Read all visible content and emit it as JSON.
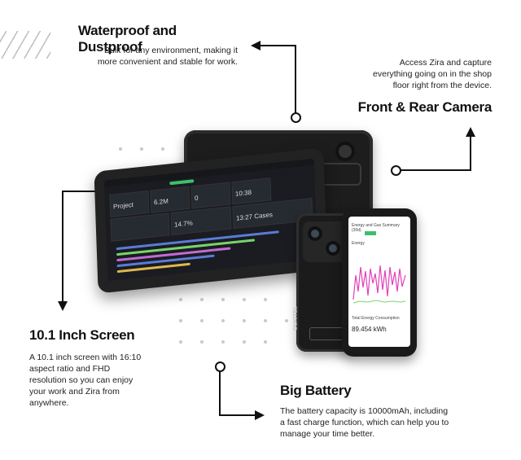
{
  "features": {
    "waterproof": {
      "title": "Waterproof and Dustproof",
      "desc_line1": "Built for any environment, making it",
      "desc_line2": "more convenient and stable for work."
    },
    "camera": {
      "title": "Front & Rear Camera",
      "desc_line1": "Access Zira and capture",
      "desc_line2": "everything going on in the shop",
      "desc_line3": "floor right from the device."
    },
    "screen": {
      "title": "10.1 Inch Screen",
      "desc_line1": "A 10.1 inch screen with 16:10",
      "desc_line2": "aspect ratio and FHD",
      "desc_line3": "resolution so you can enjoy",
      "desc_line4": "your work and Zira from",
      "desc_line5": "anywhere."
    },
    "battery": {
      "title": "Big Battery",
      "desc_line1": "The battery capacity is 10000mAh, including",
      "desc_line2": "a fast charge function, which can help you to",
      "desc_line3": "manage your time better."
    }
  },
  "tablet_screen": {
    "tile1_value": "6.2M",
    "tile2_value": "0",
    "tile3_value": "10:38",
    "tile4_value": "14.7%",
    "tile5_value": "13:27 Cases",
    "tile6_value": "Project"
  },
  "phone_screen": {
    "header": "Energy and Gas Summary (30d)",
    "section1": "Energy",
    "section2": "Total Energy Consumption",
    "reading": "89.454 kWh",
    "brand": "OUKITEL"
  },
  "colors": {
    "accent_green": "#3fbf6a",
    "chart_magenta": "#e23fb8",
    "chart_green": "#7ad36b"
  }
}
